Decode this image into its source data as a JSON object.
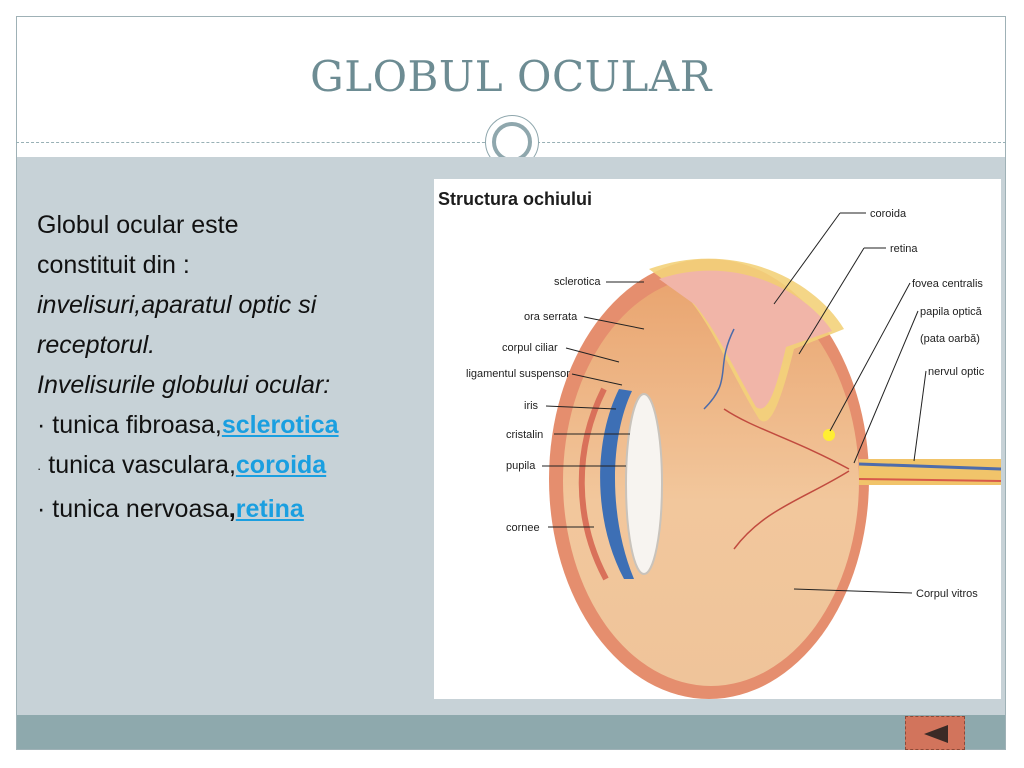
{
  "slide": {
    "title": "GLOBUL OCULAR",
    "text": {
      "line1": "Globul ocular este",
      "line2": "constituit din :",
      "line3": "invelisuri,aparatul optic si",
      "line4": "receptorul.",
      "line5": "Invelisurile globului ocular:",
      "item1_prefix": "· tunica fibroasa,",
      "item1_link": "sclerotica",
      "item2_dot": "·",
      "item2_prefix": " tunica vasculara,",
      "item2_link": "coroida",
      "item3_prefix": "· tunica nervoasa",
      "item3_comma": ",",
      "item3_link": "retina"
    }
  },
  "figure": {
    "title": "Structura ochiului",
    "labels": {
      "coroida": "coroida",
      "retina": "retina",
      "fovea": "fovea centralis",
      "papila": "papila optică",
      "pata_oarba": "(pata oarbă)",
      "nervul_optic": "nervul optic",
      "sclerotica": "sclerotica",
      "ora_serrata": "ora serrata",
      "corpul_ciliar": "corpul ciliar",
      "ligamentul": "ligamentul suspensor",
      "iris": "iris",
      "cristalin": "cristalin",
      "pupila": "pupila",
      "cornee": "cornee",
      "corpul_vitros": "Corpul vitros"
    }
  },
  "nav": {
    "back_icon": "left-triangle-icon"
  },
  "colors": {
    "title": "#6d8c93",
    "content_bg": "#c7d2d7",
    "footer_bg": "#8ea9ad",
    "link": "#1a9fe0",
    "back_button": "#d2745c"
  }
}
